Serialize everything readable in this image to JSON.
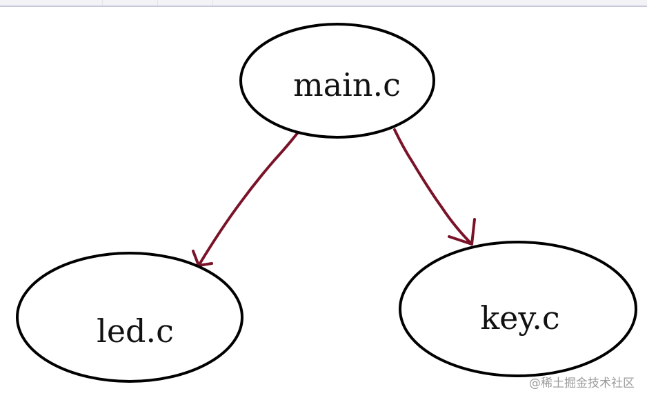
{
  "nodes": {
    "main": {
      "label": "main.c"
    },
    "led": {
      "label": "led.c"
    },
    "key": {
      "label": "key.c"
    }
  },
  "edges": [
    {
      "from": "main",
      "to": "led"
    },
    {
      "from": "main",
      "to": "key"
    }
  ],
  "colors": {
    "arrow": "#7a1228",
    "ellipse_stroke": "#000000"
  },
  "watermark": "@稀土掘金技术社区"
}
